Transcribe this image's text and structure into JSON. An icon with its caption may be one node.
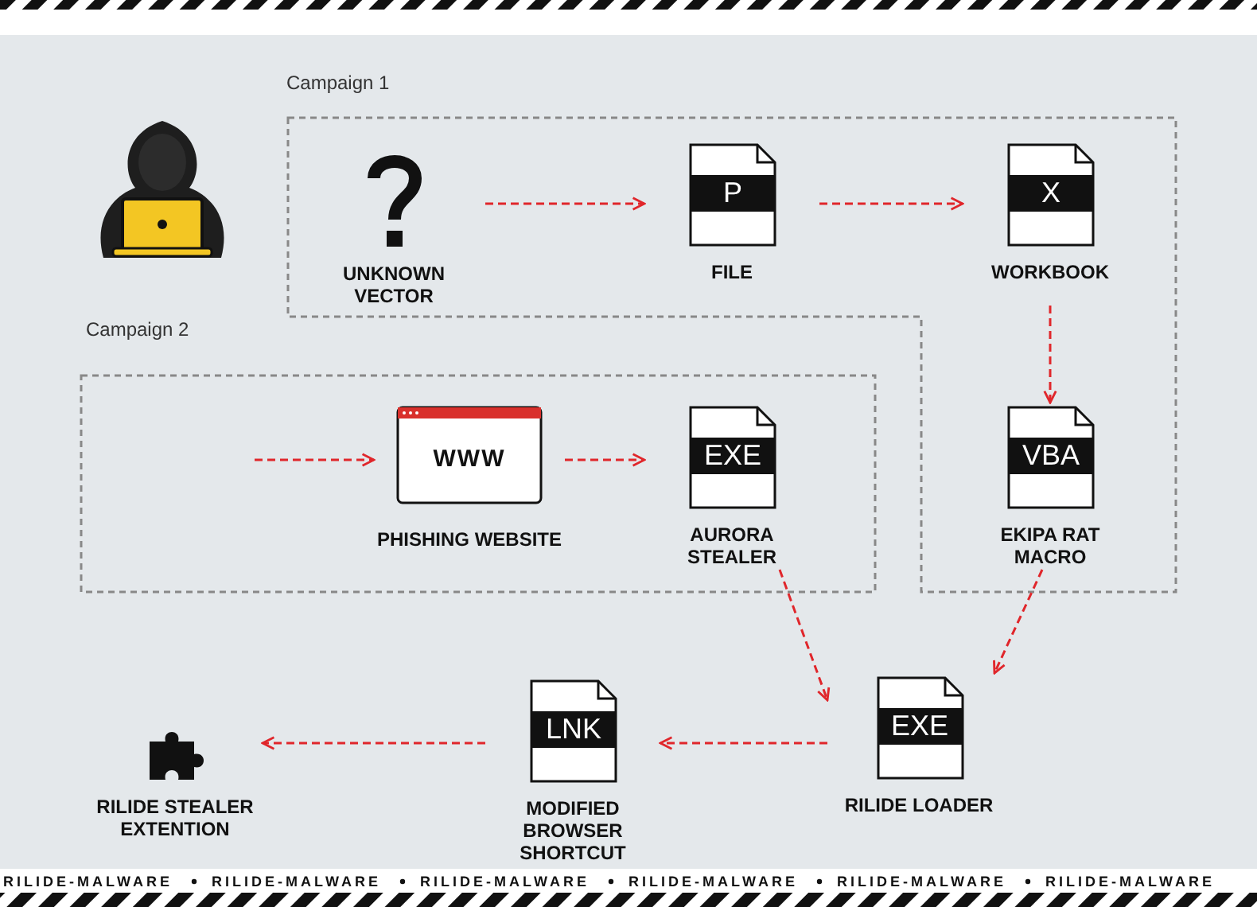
{
  "diagram": {
    "nodes": [
      {
        "text": [
          "Campaign 1"
        ]
      },
      {
        "text": [
          "UNKNOWN VECTOR"
        ],
        "in": 0
      },
      {
        "text": [
          "P",
          "FILE"
        ],
        "in": 0
      },
      {
        "text": [
          "X",
          "WORKBOOK"
        ],
        "in": 0
      },
      {
        "text": [
          "VBA",
          "EKIPA RAT MACRO"
        ],
        "in": 0
      },
      {
        "text": [
          "Campaign 2"
        ]
      },
      {
        "text": [
          "WWW",
          "PHISHING WEBSITE"
        ],
        "in": 5
      },
      {
        "text": [
          "EXE",
          "AURORA STEALER"
        ],
        "in": 5
      },
      {
        "text": [
          "EXE",
          "RILIDE LOADER"
        ]
      },
      {
        "text": [
          "LNK",
          "MODIFIED BROWSER SHORTCUT"
        ]
      },
      {
        "text": [
          "RILIDE STEALER EXTENTION"
        ]
      }
    ],
    "edges": [
      {
        "from": 1,
        "to": 2,
        "arrow": "to",
        "style": "dashed"
      },
      {
        "from": 2,
        "to": 3,
        "arrow": "to",
        "style": "dashed"
      },
      {
        "from": 3,
        "to": 4,
        "arrow": "to",
        "style": "dashed"
      },
      {
        "from": null,
        "to": 6,
        "arrow": "to",
        "style": "dashed"
      },
      {
        "from": 6,
        "to": 7,
        "arrow": "to",
        "style": "dashed"
      },
      {
        "from": 7,
        "to": 8,
        "arrow": "to",
        "style": "dashed"
      },
      {
        "from": 4,
        "to": 8,
        "arrow": "to",
        "style": "dashed"
      },
      {
        "from": 8,
        "to": 9,
        "arrow": "to",
        "style": "dashed"
      },
      {
        "from": 9,
        "to": 10,
        "arrow": "to",
        "style": "dashed"
      }
    ],
    "labels": [
      "RILIDE-MALWARE",
      "RILIDE-MALWARE",
      "RILIDE-MALWARE",
      "RILIDE-MALWARE",
      "RILIDE-MALWARE",
      "RILIDE-MALWARE"
    ]
  }
}
